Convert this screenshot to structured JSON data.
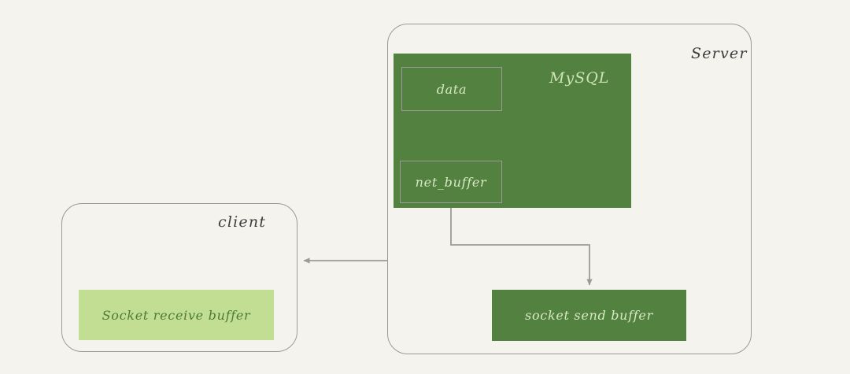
{
  "diagram": {
    "background_color": "#f4f3ee",
    "stroke_color": "#9a9a98",
    "accent_dark_green": "#538240",
    "accent_light_green": "#c2de93"
  },
  "server": {
    "title": "Server",
    "mysql": {
      "title": "MySQL",
      "data_box": {
        "label": "data"
      },
      "net_buffer_box": {
        "label": "net_buffer"
      }
    },
    "socket_send_buffer": {
      "label": "socket send buffer"
    }
  },
  "client": {
    "title": "client",
    "socket_receive_buffer": {
      "label": "Socket receive buffer"
    }
  },
  "connectors": [
    {
      "name": "data-to-net-buffer",
      "from": "data",
      "to": "net_buffer",
      "direction": "down"
    },
    {
      "name": "net-buffer-to-socket-send-buffer",
      "from": "net_buffer",
      "to": "socket send buffer",
      "direction": "elbow-down-right-down"
    },
    {
      "name": "server-to-client",
      "from": "Server",
      "to": "client",
      "direction": "left"
    }
  ]
}
